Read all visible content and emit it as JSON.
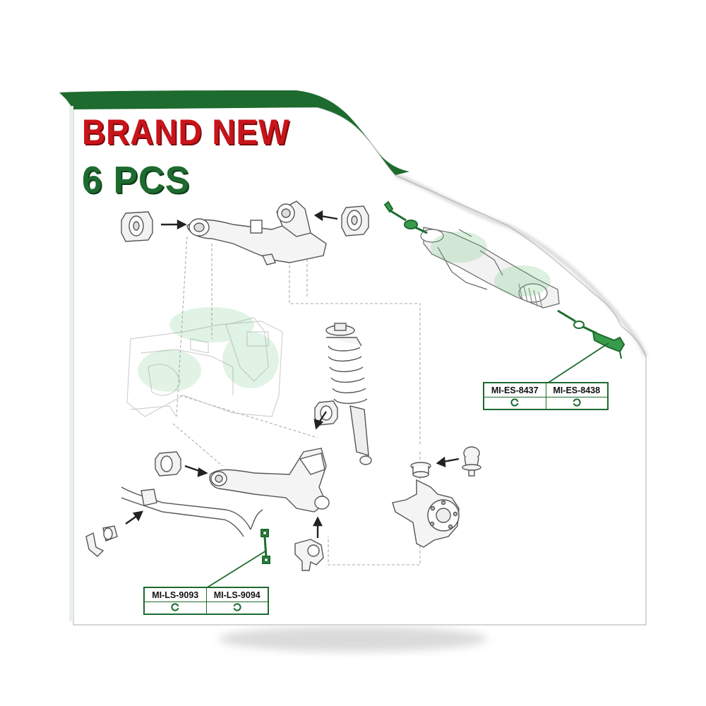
{
  "headline": {
    "brand_new": "BRAND NEW",
    "quantity": "6 PCS",
    "brand_new_color": "#c8141a",
    "quantity_color": "#1d6b2f"
  },
  "tie_rod_table": {
    "left_part": "MI-ES-8437",
    "right_part": "MI-ES-8438",
    "left_side_icon": "left-side-symbol-icon",
    "right_side_icon": "right-side-symbol-icon"
  },
  "sway_link_table": {
    "left_part": "MI-LS-9093",
    "right_part": "MI-LS-9094",
    "left_side_icon": "left-side-symbol-icon",
    "right_side_icon": "right-side-symbol-icon"
  },
  "colors": {
    "accent_green": "#1d6b2f",
    "highlight_green": "#3a9a4c",
    "line_gray": "#9a9a9a"
  }
}
